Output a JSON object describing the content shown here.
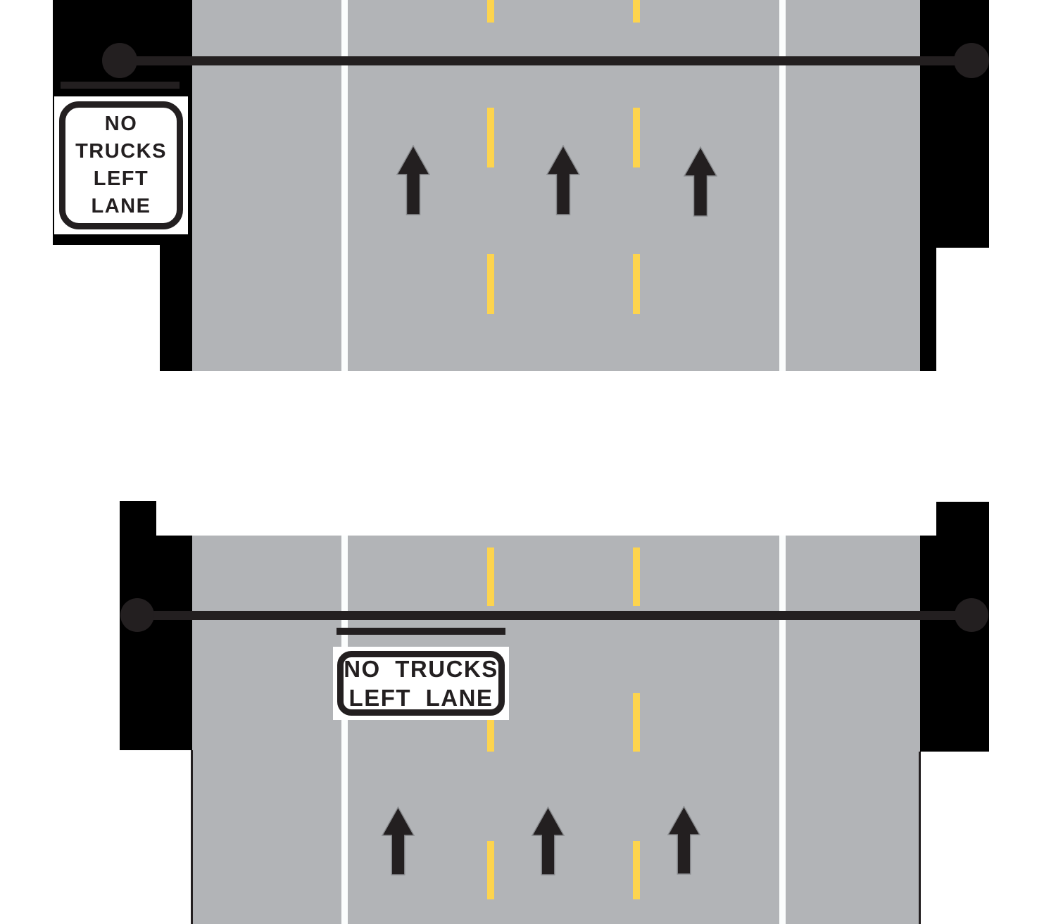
{
  "top_diagram": {
    "sign_lines": [
      "NO",
      "TRUCKS",
      "LEFT",
      "LANE"
    ]
  },
  "bottom_diagram": {
    "sign_lines": [
      "NO TRUCKS",
      "LEFT LANE"
    ]
  },
  "colors": {
    "bg": "#ffffff",
    "black": "#000000",
    "ink": "#231f20",
    "road": "#b2b4b7",
    "white-line": "#fbfdfd",
    "yellow": "#fdd44e",
    "sign-bg": "#ffffff",
    "arrow-outline": "#8a8c8f"
  }
}
